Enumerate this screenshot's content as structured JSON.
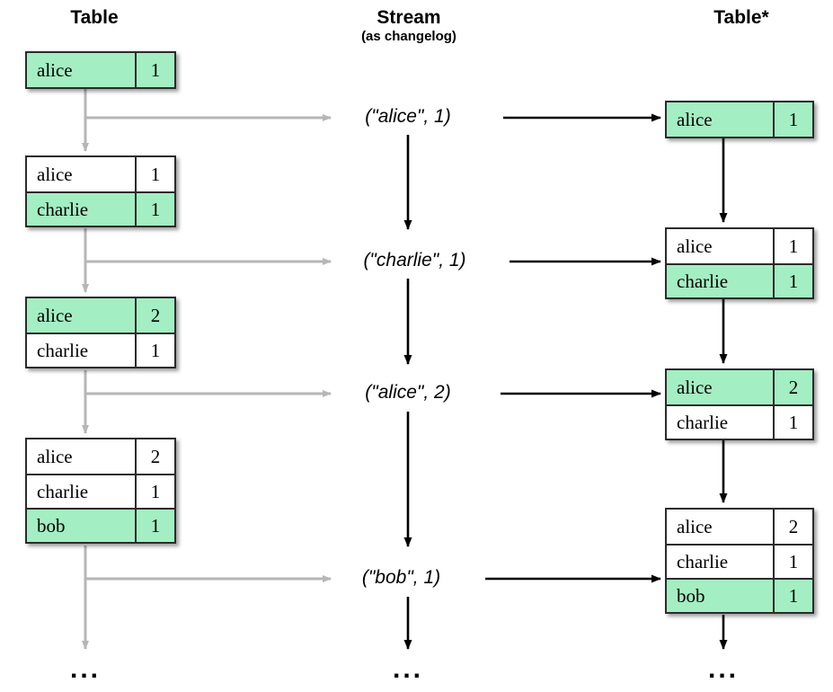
{
  "columns": {
    "left": {
      "title": "Table",
      "subtitle": ""
    },
    "center": {
      "title": "Stream",
      "subtitle": "(as changelog)"
    },
    "right": {
      "title": "Table*",
      "subtitle": ""
    }
  },
  "colors": {
    "highlight_green": "#a3eec2",
    "border_dark": "#2b2b2b",
    "arrow_gray": "#b6b6b6",
    "arrow_black": "#000000",
    "background": "#ffffff"
  },
  "left_tables": [
    {
      "rows": [
        {
          "key": "alice",
          "value": "1",
          "highlight": true
        }
      ]
    },
    {
      "rows": [
        {
          "key": "alice",
          "value": "1",
          "highlight": false
        },
        {
          "key": "charlie",
          "value": "1",
          "highlight": true
        }
      ]
    },
    {
      "rows": [
        {
          "key": "alice",
          "value": "2",
          "highlight": true
        },
        {
          "key": "charlie",
          "value": "1",
          "highlight": false
        }
      ]
    },
    {
      "rows": [
        {
          "key": "alice",
          "value": "2",
          "highlight": false
        },
        {
          "key": "charlie",
          "value": "1",
          "highlight": false
        },
        {
          "key": "bob",
          "value": "1",
          "highlight": true
        }
      ]
    }
  ],
  "stream_records": [
    {
      "text": "(\"alice\", 1)"
    },
    {
      "text": "(\"charlie\", 1)"
    },
    {
      "text": "(\"alice\", 2)"
    },
    {
      "text": "(\"bob\", 1)"
    }
  ],
  "right_tables": [
    {
      "rows": [
        {
          "key": "alice",
          "value": "1",
          "highlight": true
        }
      ]
    },
    {
      "rows": [
        {
          "key": "alice",
          "value": "1",
          "highlight": false
        },
        {
          "key": "charlie",
          "value": "1",
          "highlight": true
        }
      ]
    },
    {
      "rows": [
        {
          "key": "alice",
          "value": "2",
          "highlight": true
        },
        {
          "key": "charlie",
          "value": "1",
          "highlight": false
        }
      ]
    },
    {
      "rows": [
        {
          "key": "alice",
          "value": "2",
          "highlight": false
        },
        {
          "key": "charlie",
          "value": "1",
          "highlight": false
        },
        {
          "key": "bob",
          "value": "1",
          "highlight": true
        }
      ]
    }
  ],
  "continuation": {
    "left": "...",
    "center": "...",
    "right": "..."
  }
}
